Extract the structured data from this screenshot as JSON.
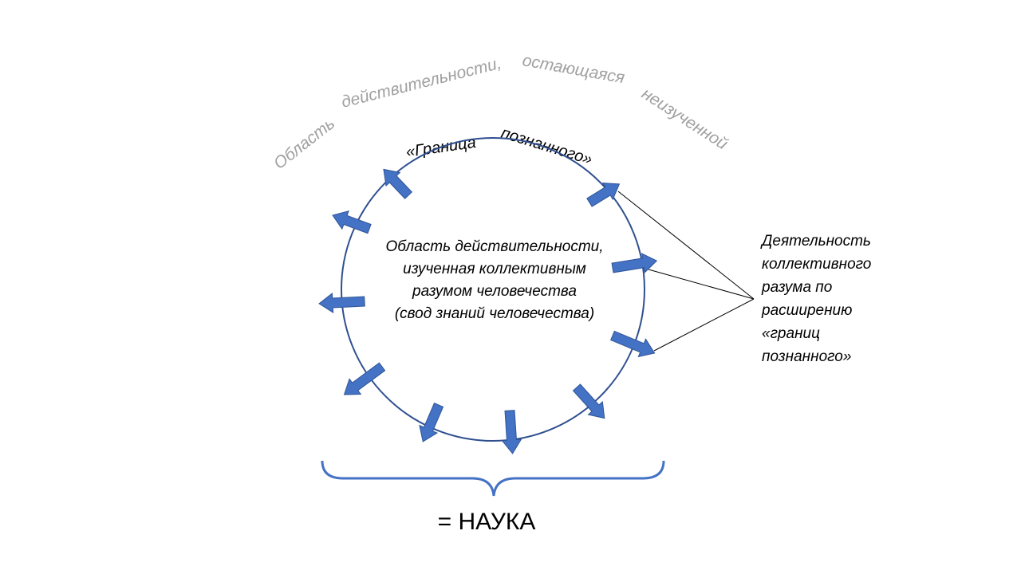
{
  "outer_arc_words": [
    "Область",
    "действительности,",
    "остающаяся",
    "неизученной"
  ],
  "boundary_words": [
    "«Граница",
    "познанного»"
  ],
  "center_lines": [
    "Область действительности,",
    "изученная коллективным",
    "разумом человечества",
    "(свод знаний человечества)"
  ],
  "right_lines": [
    "Деятельность",
    "коллективного",
    "разума по",
    "расширению",
    "«границ",
    "познанного»"
  ],
  "science_label": "= НАУКА",
  "colors": {
    "circle": "#2f4f8f",
    "arrow": "#4472c4",
    "brace": "#4472c4",
    "outer_text": "#a0a0a0",
    "text": "#000000"
  }
}
